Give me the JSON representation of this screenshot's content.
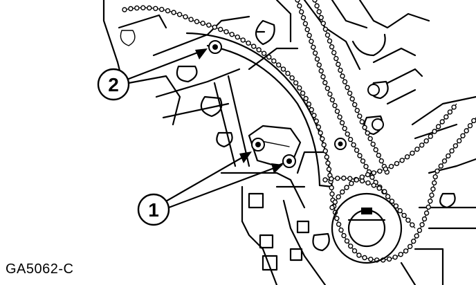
{
  "figure": {
    "code": "GA5062-C",
    "callouts": [
      {
        "id": "2",
        "label": "2"
      },
      {
        "id": "1",
        "label": "1"
      }
    ]
  },
  "colors": {
    "ink": "#000000",
    "paper": "#ffffff"
  }
}
